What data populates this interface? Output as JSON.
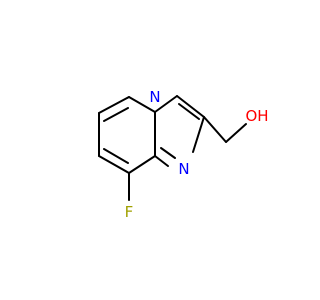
{
  "molecule": {
    "atoms": {
      "N1": {
        "symbol": "N",
        "color": "#0000ff"
      },
      "N3": {
        "symbol": "N",
        "color": "#0000ff"
      },
      "F": {
        "symbol": "F",
        "color": "#a0a000"
      },
      "OH": {
        "symbol": "OH",
        "color": "#ff0000"
      }
    }
  }
}
